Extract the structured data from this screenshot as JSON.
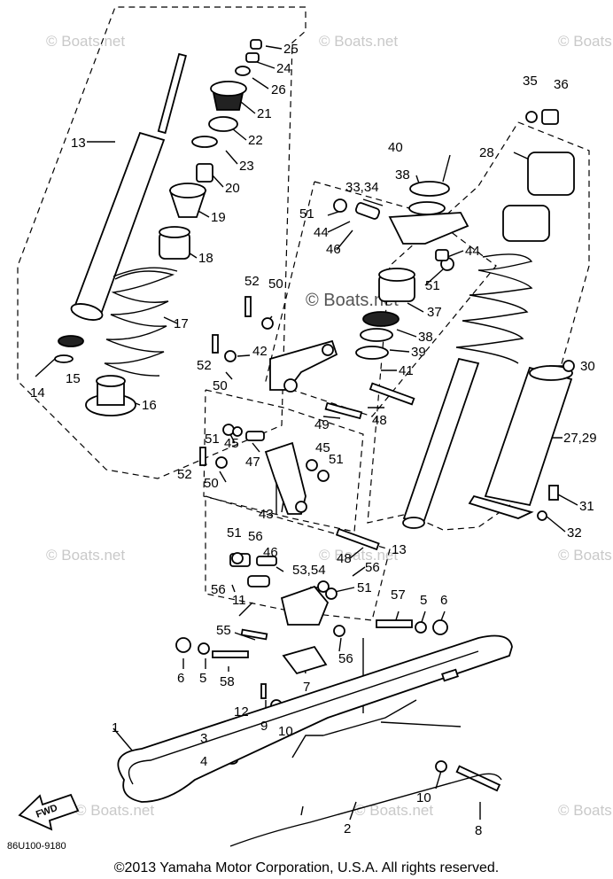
{
  "diagram": {
    "drawing_code": "86U100-9180",
    "watermark": "© Boats.net",
    "arrow_label": "FWD",
    "callouts": [
      "1",
      "2",
      "3",
      "4",
      "5",
      "6",
      "7",
      "8",
      "9",
      "10",
      "11",
      "12",
      "13",
      "14",
      "15",
      "16",
      "17",
      "18",
      "19",
      "20",
      "21",
      "22",
      "23",
      "24",
      "25",
      "26",
      "27,29",
      "28",
      "30",
      "31",
      "32",
      "33,34",
      "35",
      "36",
      "37",
      "38",
      "39",
      "40",
      "41",
      "42",
      "43",
      "44",
      "45",
      "46",
      "47",
      "48",
      "49",
      "50",
      "51",
      "52",
      "53,54",
      "55",
      "56",
      "57",
      "58"
    ]
  },
  "footer": {
    "copyright": "©2013 Yamaha Motor Corporation, U.S.A. All rights reserved."
  }
}
